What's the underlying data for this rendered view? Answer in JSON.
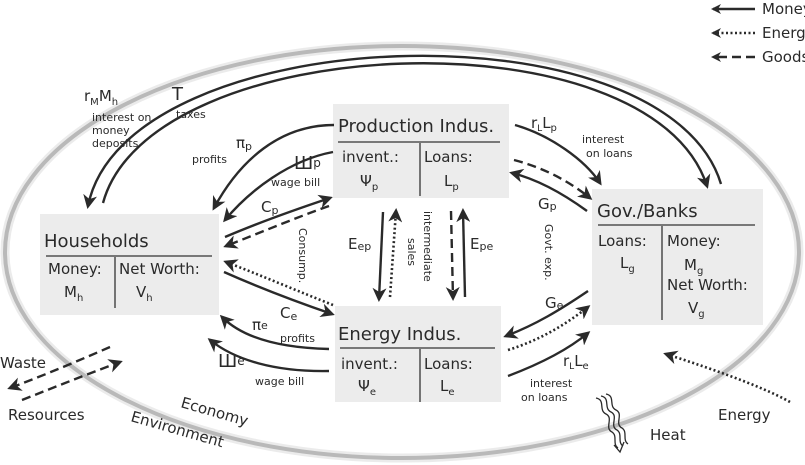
{
  "legend": [
    {
      "label": "Money",
      "style": "solid"
    },
    {
      "label": "Energy",
      "style": "dotted"
    },
    {
      "label": "Goods",
      "style": "dashed"
    }
  ],
  "nodes": {
    "production": {
      "title": "Production Indus.",
      "left_label": "invent.:",
      "left_var": "Ψ",
      "left_sub": "p",
      "right_label": "Loans:",
      "right_var": "L",
      "right_sub": "p"
    },
    "households": {
      "title": "Households",
      "left_label": "Money:",
      "left_var": "M",
      "left_sub": "h",
      "right_label": "Net Worth:",
      "right_var": "V",
      "right_sub": "h"
    },
    "energy": {
      "title": "Energy Indus.",
      "left_label": "invent.:",
      "left_var": "Ψ",
      "left_sub": "e",
      "right_label": "Loans:",
      "right_var": "L",
      "right_sub": "e"
    },
    "gov": {
      "title": "Gov./Banks",
      "left_label": "Loans:",
      "left_var": "L",
      "left_sub": "g",
      "right_label": "Money:",
      "right_var": "M",
      "right_sub": "g",
      "right_label2": "Net Worth:",
      "right_var2": "V",
      "right_sub2": "g"
    }
  },
  "flows": {
    "rMMh": {
      "r": "r",
      "r_sub": "M",
      "v": "M",
      "v_sub": "h",
      "desc": [
        "interest on",
        "money",
        "deposits"
      ]
    },
    "T": {
      "label": "T",
      "desc": "taxes"
    },
    "pi_p": {
      "label": "π",
      "sub": "p",
      "desc": "profits"
    },
    "w_p": {
      "label": "Ш",
      "sub": "p",
      "desc": "wage bill"
    },
    "C_p": {
      "label": "C",
      "sub": "p"
    },
    "consump": "Consump.",
    "C_e": {
      "label": "C",
      "sub": "e"
    },
    "pi_e": {
      "label": "π",
      "sub": "e",
      "desc": "profits"
    },
    "w_e": {
      "label": "Ш",
      "sub": "e",
      "desc": "wage bill"
    },
    "E_ep": {
      "label": "E",
      "sub": "ep"
    },
    "E_pe": {
      "label": "E",
      "sub": "pe"
    },
    "intermediate": [
      "intermediate",
      "sales"
    ],
    "rLLp": {
      "r": "r",
      "r_sub": "L",
      "v": "L",
      "v_sub": "p",
      "desc": [
        "interest",
        "on loans"
      ]
    },
    "G_p": {
      "label": "G",
      "sub": "p"
    },
    "govt_exp": "Govt. exp.",
    "G_e": {
      "label": "G",
      "sub": "e"
    },
    "rLLe": {
      "r": "r",
      "r_sub": "L",
      "v": "L",
      "v_sub": "e",
      "desc": [
        "interest",
        "on loans"
      ]
    }
  },
  "environment": {
    "waste": "Waste",
    "resources": "Resources",
    "economy": "Economy",
    "environment": "Environment",
    "heat": "Heat",
    "energy": "Energy"
  }
}
